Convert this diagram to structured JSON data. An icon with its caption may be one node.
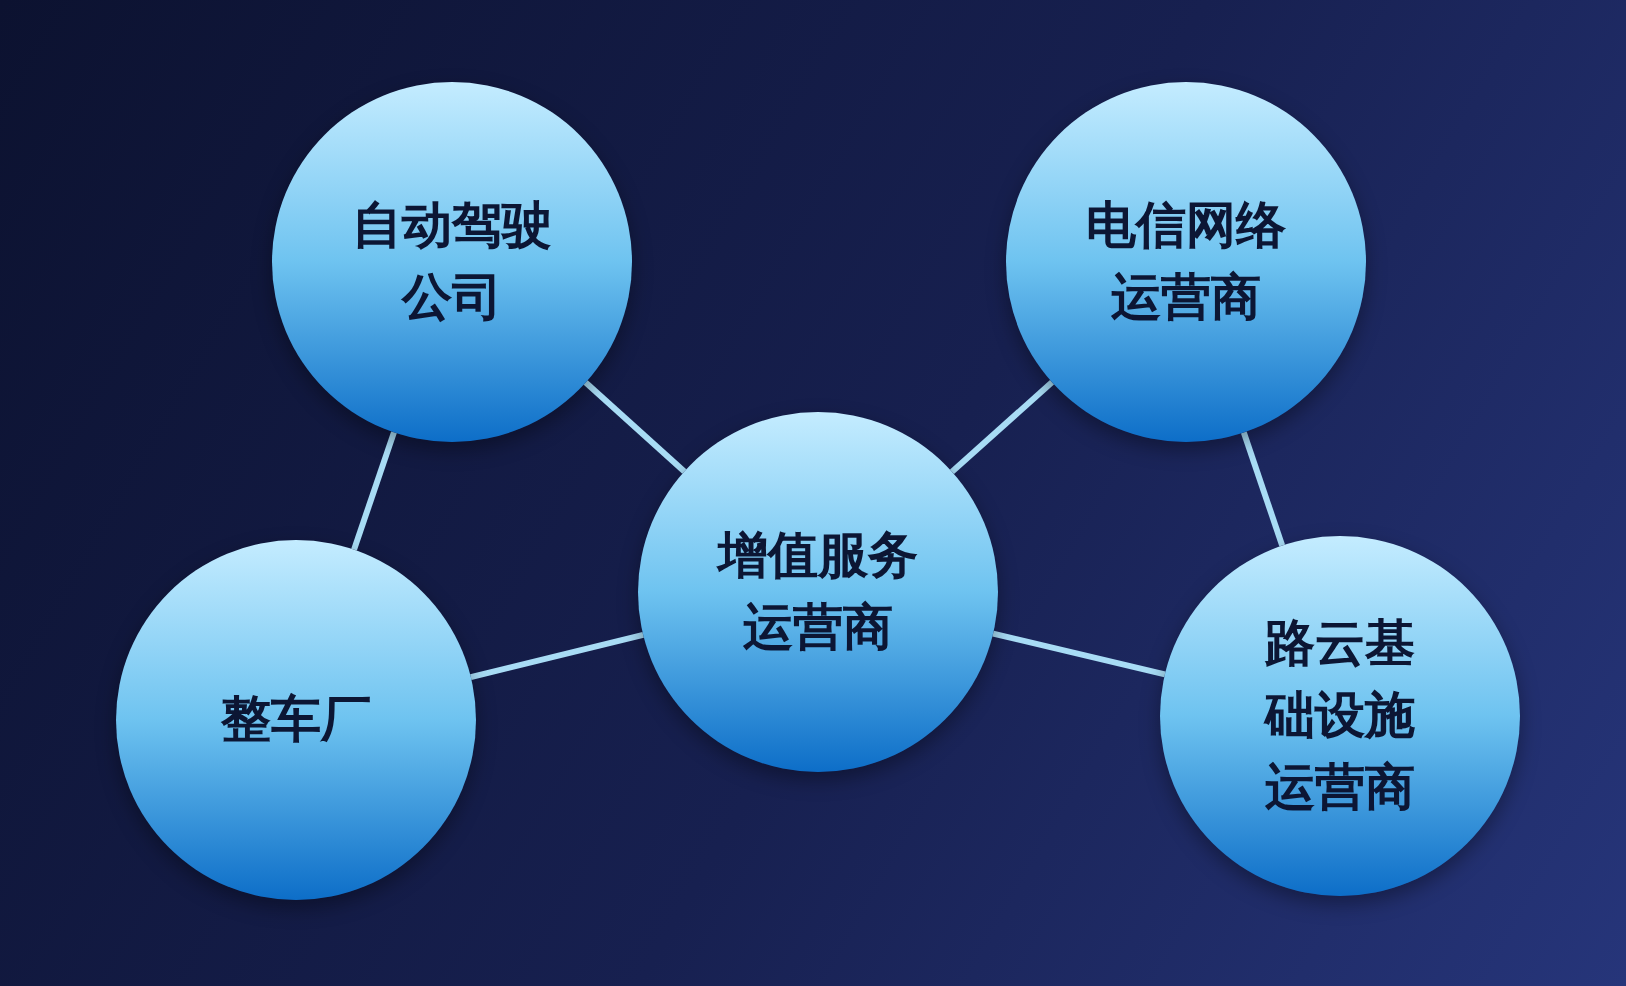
{
  "diagram": {
    "nodes": [
      {
        "text": [
          "自动驾驶公司"
        ]
      },
      {
        "text": [
          "电信网络运营商"
        ]
      },
      {
        "text": [
          "增值服务运营商"
        ]
      },
      {
        "text": [
          "整车厂"
        ]
      },
      {
        "text": [
          "路云基础设施运营商"
        ]
      }
    ],
    "edges": [
      {
        "from": 0,
        "to": 2,
        "arrow": "none"
      },
      {
        "from": 0,
        "to": 3,
        "arrow": "none"
      },
      {
        "from": 3,
        "to": 2,
        "arrow": "none"
      },
      {
        "from": 2,
        "to": 1,
        "arrow": "none"
      },
      {
        "from": 1,
        "to": 4,
        "arrow": "none"
      },
      {
        "from": 2,
        "to": 4,
        "arrow": "none"
      }
    ]
  }
}
